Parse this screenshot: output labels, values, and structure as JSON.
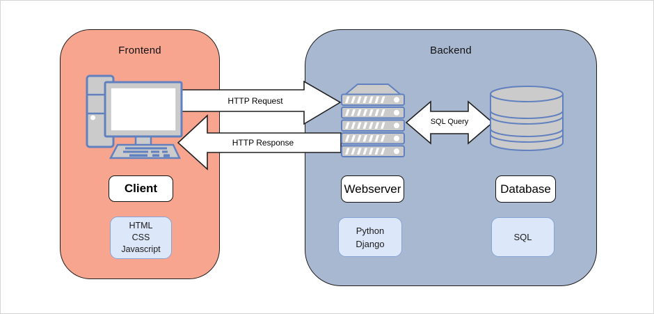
{
  "frontend": {
    "title": "Frontend",
    "client_label": "Client",
    "stack": [
      "HTML",
      "CSS",
      "Javascript"
    ]
  },
  "backend": {
    "title": "Backend",
    "webserver_label": "Webserver",
    "webserver_stack": [
      "Python",
      "Django"
    ],
    "database_label": "Database",
    "database_stack": [
      "SQL"
    ]
  },
  "arrows": {
    "http_request": "HTTP Request",
    "http_response": "HTTP Response",
    "sql_query": "SQL Query"
  },
  "icons": {
    "client": "desktop-computer-icon",
    "webserver": "server-rack-icon",
    "database": "database-cylinder-icon"
  },
  "colors": {
    "frontend_fill": "#F8A58F",
    "backend_fill": "#A9B8D1",
    "stack_box_fill": "#DCE7FA",
    "stack_box_border": "#86A3D7",
    "icon_stroke": "#6080BF",
    "icon_fill": "#CBCBCB",
    "arrow_fill": "#FFFFFF",
    "arrow_stroke": "#1F1F1F"
  }
}
